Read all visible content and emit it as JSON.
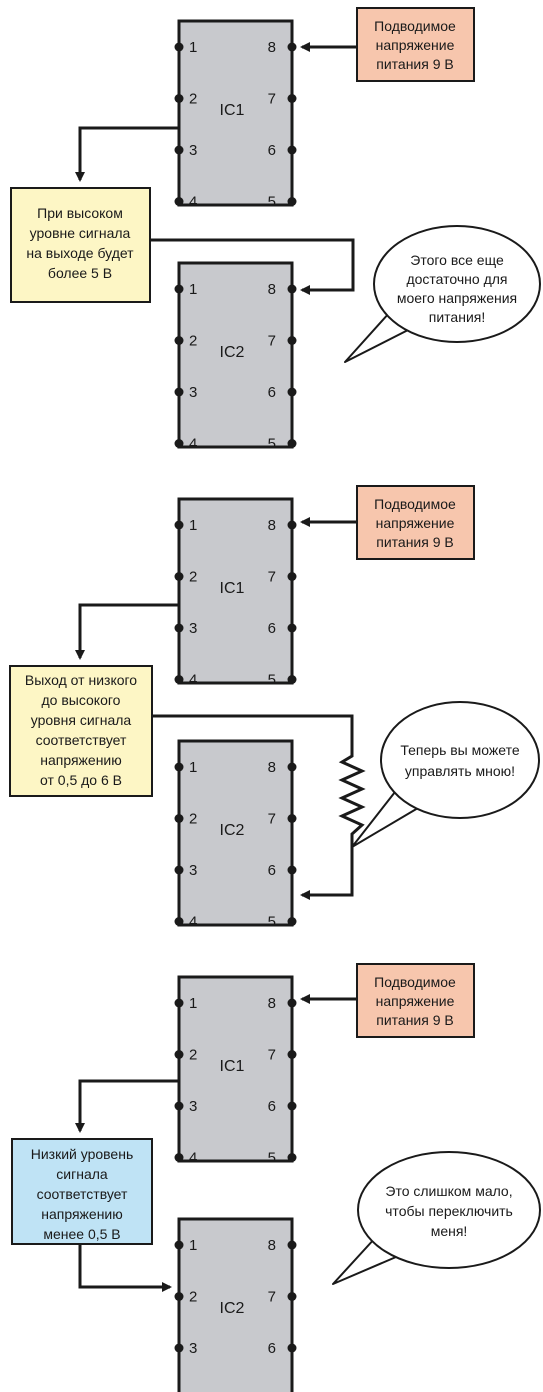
{
  "colors": {
    "chip_fill": "#c8c9cd",
    "supply_box": "#f7c6ad",
    "high_box": "#fdf6c5",
    "mid_box": "#fdf6c5",
    "low_box": "#bfe3f5",
    "outline": "#1a1a1a"
  },
  "pins_left": [
    "1",
    "2",
    "3",
    "4"
  ],
  "pins_right": [
    "8",
    "7",
    "6",
    "5"
  ],
  "icons": [
    "chip-icon",
    "resistor-icon",
    "arrow-icon",
    "speech-bubble-icon"
  ],
  "panels": [
    {
      "ic_top": "IC1",
      "ic_bottom": "IC2",
      "supply": [
        "Подводимое",
        "напряжение",
        "питания 9 В"
      ],
      "signal": [
        "При высоком",
        "уровне сигнала",
        "на выходе будет",
        "более 5 В"
      ],
      "bubble": [
        "Этого все еще",
        "достаточно для",
        "моего напряжения",
        "питания!"
      ]
    },
    {
      "ic_top": "IC1",
      "ic_bottom": "IC2",
      "supply": [
        "Подводимое",
        "напряжение",
        "питания 9 В"
      ],
      "signal": [
        "Выход от низкого",
        "до высокого",
        "уровня сигнала",
        "соответствует",
        "напряжению",
        "от 0,5 до 6 В"
      ],
      "bubble": [
        "Теперь вы можете",
        "управлять мною!"
      ]
    },
    {
      "ic_top": "IC1",
      "ic_bottom": "IC2",
      "supply": [
        "Подводимое",
        "напряжение",
        "питания 9 В"
      ],
      "signal": [
        "Низкий уровень",
        "сигнала",
        "соответствует",
        "напряжению",
        "менее 0,5 В"
      ],
      "bubble": [
        "Это слишком мало,",
        "чтобы переключить",
        "меня!"
      ]
    }
  ]
}
